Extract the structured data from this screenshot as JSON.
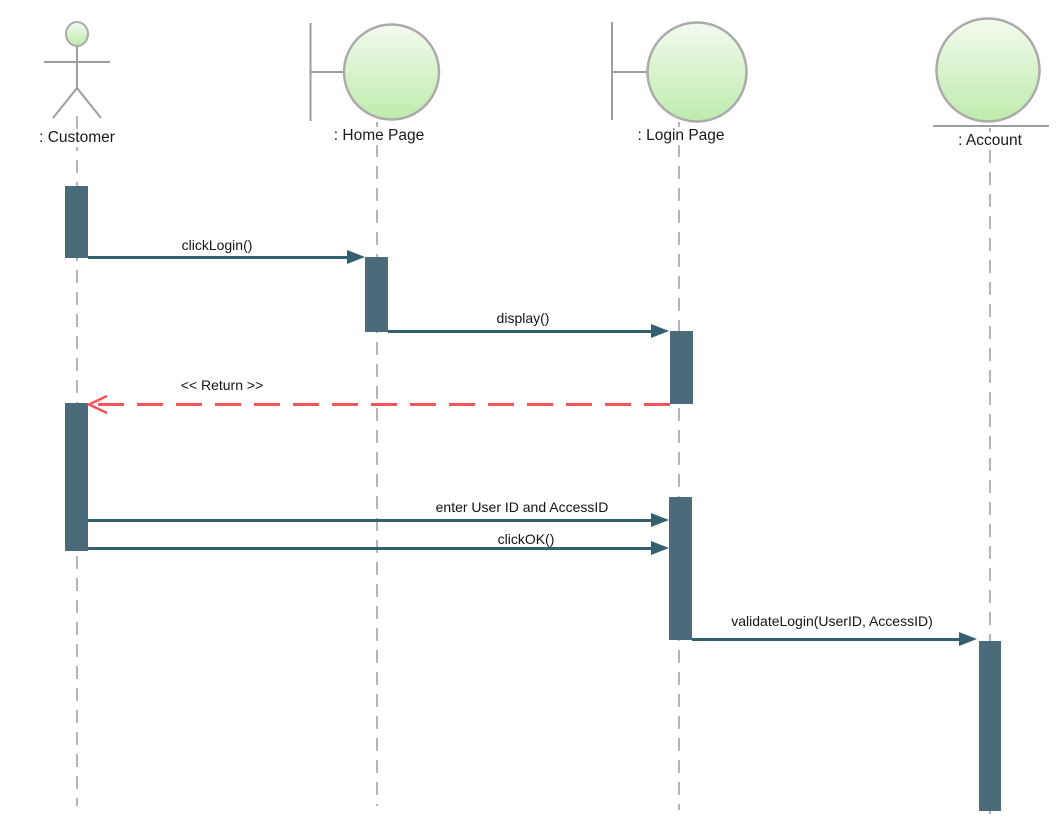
{
  "diagram_kind": "UML sequence diagram",
  "lifelines": [
    {
      "label": ": Customer",
      "kind": "actor"
    },
    {
      "label": ": Home Page",
      "kind": "boundary"
    },
    {
      "label": ": Login Page",
      "kind": "boundary"
    },
    {
      "label": ": Account",
      "kind": "entity"
    }
  ],
  "messages": [
    {
      "label": "clickLogin()",
      "from": ": Customer",
      "to": ": Home Page",
      "style": "solid"
    },
    {
      "label": "display()",
      "from": ": Home Page",
      "to": ": Login Page",
      "style": "solid"
    },
    {
      "label": "<< Return >>",
      "from": ": Login Page",
      "to": ": Customer",
      "style": "dashed-red"
    },
    {
      "label": "enter User ID and AccessID",
      "from": ": Customer",
      "to": ": Login Page",
      "style": "solid"
    },
    {
      "label": "clickOK()",
      "from": ": Customer",
      "to": ": Login Page",
      "style": "solid"
    },
    {
      "label": "validateLogin(UserID, AccessID)",
      "from": ": Login Page",
      "to": ": Account",
      "style": "solid"
    }
  ],
  "colors": {
    "activation_bar": "#4A6B7A",
    "message_line": "#33606F",
    "return_line": "#F4555B",
    "lifeline_dash": "#B5B5B5",
    "icon_gradient_top": "#F3FBEF",
    "icon_gradient_bottom": "#BEEBAC",
    "icon_stroke": "#ABABAB",
    "label_text": "#1A1A1A",
    "background": "#FFFFFF"
  }
}
